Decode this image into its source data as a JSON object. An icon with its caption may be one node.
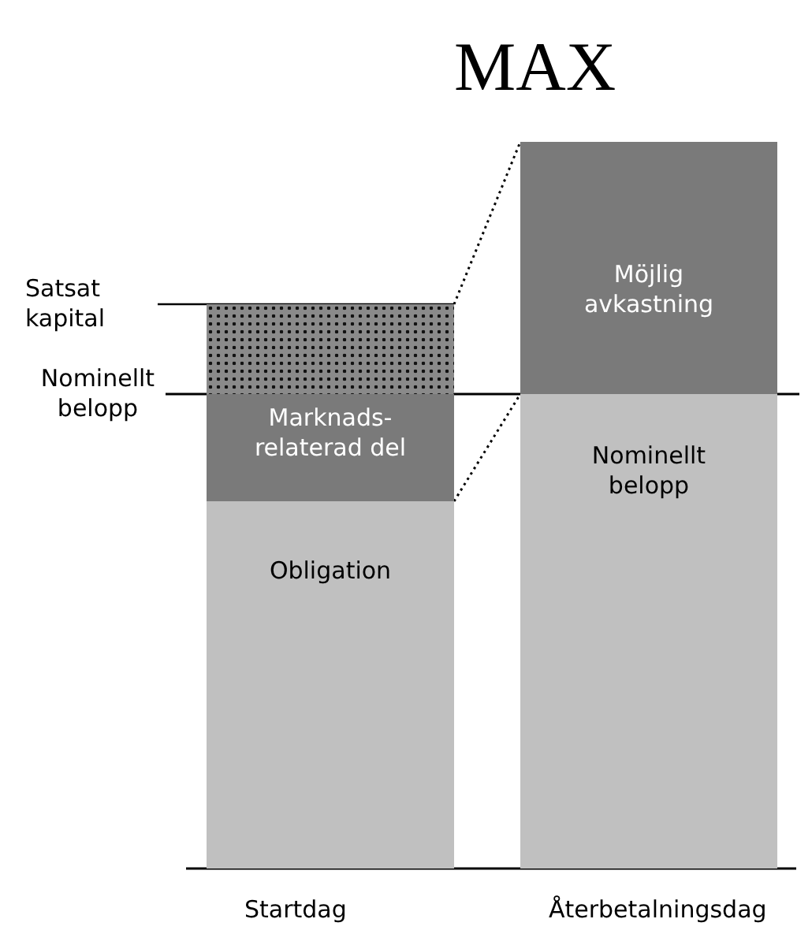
{
  "diagram": {
    "title": "MAX",
    "nodes": [
      {
        "text": [],
        "shape": "box"
      },
      {
        "text": [
          "Marknads- relaterad del"
        ]
      },
      {
        "text": [
          "Obligation"
        ]
      },
      {
        "text": [
          "Möjlig avkastning"
        ]
      },
      {
        "text": [
          "Nominellt belopp"
        ]
      }
    ],
    "edges": [
      {
        "from": 0,
        "to": 3,
        "arrow": "none",
        "style": "dashed"
      },
      {
        "from": 1,
        "to": 3,
        "arrow": "none",
        "style": "dashed"
      }
    ],
    "labels": [
      "Satsat kapital",
      "Nominellt belopp",
      "Startdag",
      "Återbetalningsdag"
    ]
  }
}
